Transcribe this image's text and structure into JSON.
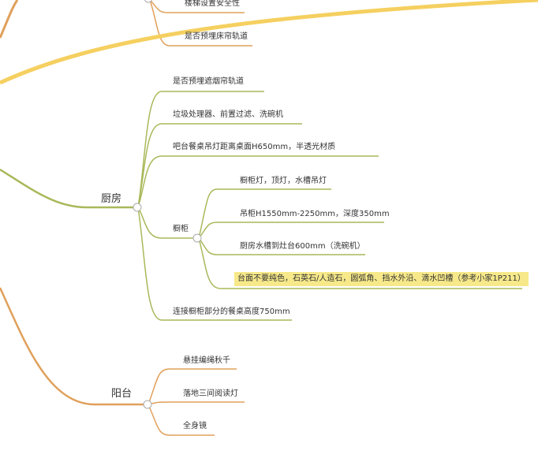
{
  "colors": {
    "kitchen": "#a9b85a",
    "balcony": "#e0a05a",
    "bedroom": "#e0a05a",
    "yellow": "#f5d060",
    "highlight": "#f7e98a"
  },
  "top": {
    "items": [
      "楼梯设置安全性",
      "是否预埋床帘轨道"
    ]
  },
  "kitchen": {
    "label": "厨房",
    "items": [
      "是否预埋遮烟帘轨道",
      "垃圾处理器、前置过滤、洗碗机",
      "吧台餐桌吊灯距离桌面H650mm，半透光材质",
      "连接橱柜部分的餐桌高度750mm"
    ],
    "cabinet": {
      "label": "橱柜",
      "items": [
        "橱柜灯，顶灯，水槽吊灯",
        "吊柜H1550mm-2250mm，深度350mm",
        "厨房水槽到灶台600mm（洗碗机）",
        "台面不要纯色，石英石/人造石，圆弧角、挡水外沿、滴水凹槽（参考小家1P211）"
      ]
    }
  },
  "balcony": {
    "label": "阳台",
    "items": [
      "悬挂编绳秋千",
      "落地三间阅读灯",
      "全身镜"
    ]
  }
}
